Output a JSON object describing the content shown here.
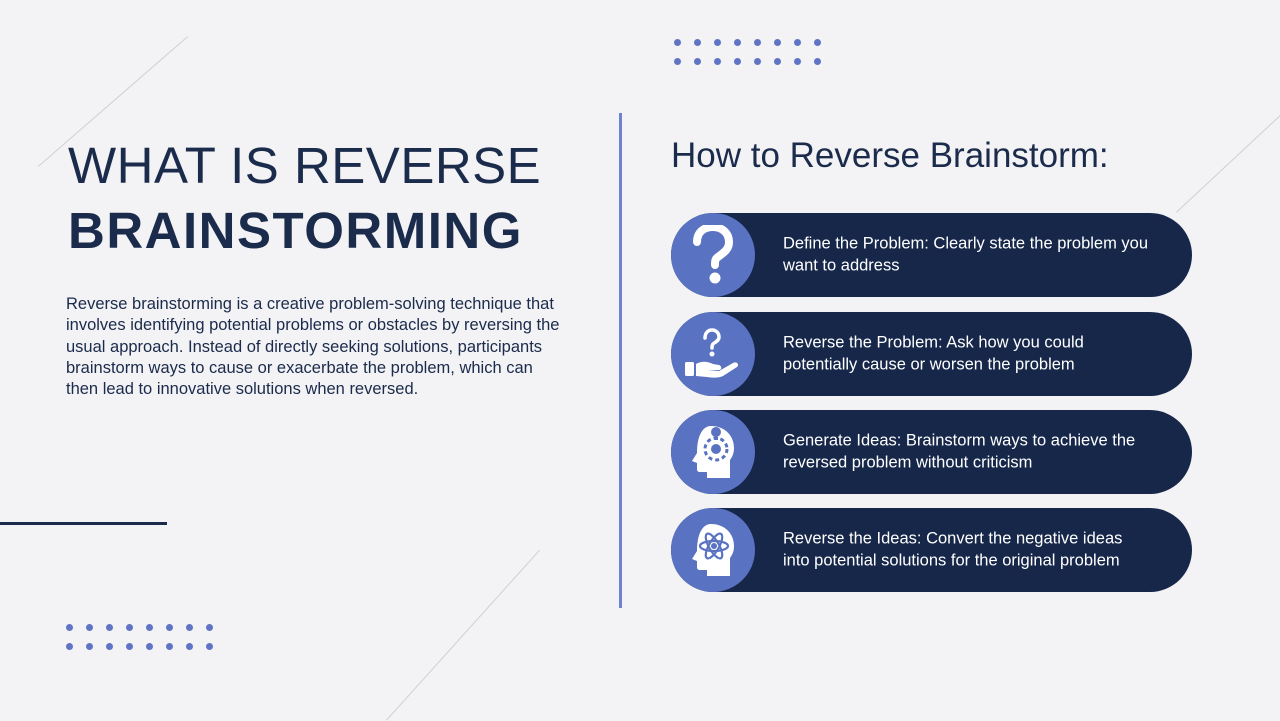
{
  "title": {
    "line1": "WHAT IS REVERSE",
    "line2": "BRAINSTORMING"
  },
  "description": "Reverse brainstorming is a creative problem-solving technique that involves identifying potential problems or obstacles by reversing the usual approach. Instead of directly seeking solutions, participants brainstorm ways to cause or exacerbate the problem, which can then lead to innovative solutions when reversed.",
  "steps_heading": "How to Reverse Brainstorm:",
  "steps": [
    {
      "icon": "question-mark-icon",
      "text": "Define the Problem: Clearly state the problem you want to address"
    },
    {
      "icon": "hand-question-icon",
      "text": "Reverse the Problem: Ask how you could potentially cause or worsen the problem"
    },
    {
      "icon": "head-gear-bulb-icon",
      "text": "Generate Ideas: Brainstorm ways to achieve the reversed problem without criticism"
    },
    {
      "icon": "head-atom-icon",
      "text": "Reverse the Ideas: Convert the negative ideas into potential solutions for the original problem"
    }
  ],
  "colors": {
    "background": "#f3f2f4",
    "navy": "#1a2b4c",
    "pill": "#16274a",
    "accent_blue": "#5a72c2",
    "dot_blue": "#5f74c4",
    "divider": "#6f82cf"
  }
}
